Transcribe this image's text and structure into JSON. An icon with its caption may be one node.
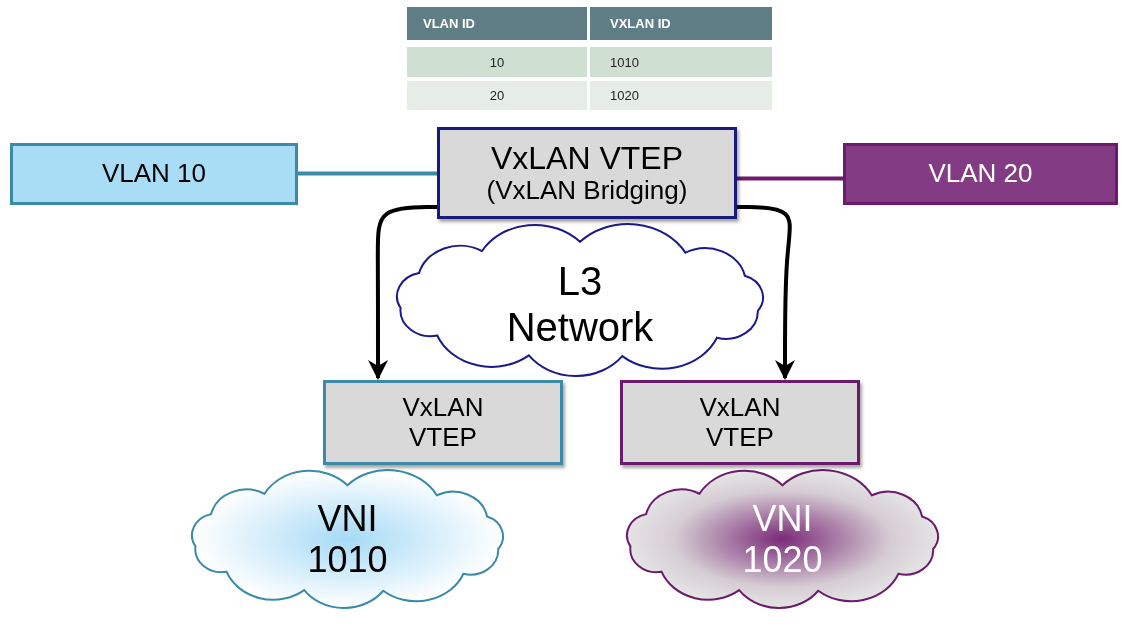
{
  "diagram": {
    "nodes": [
      {
        "text": [
          "VLAN 10"
        ]
      },
      {
        "text": [
          "VxLAN VTEP",
          "(VxLAN Bridging)"
        ]
      },
      {
        "text": [
          "VLAN 20"
        ]
      },
      {
        "text": [
          "L3 Network"
        ]
      },
      {
        "text": [
          "VxLAN VTEP"
        ]
      },
      {
        "text": [
          "VxLAN VTEP"
        ]
      },
      {
        "text": [
          "VNI 1010"
        ]
      },
      {
        "text": [
          "VNI 1020"
        ]
      }
    ],
    "edges": [
      {
        "from": 0,
        "to": 1,
        "arrow": "none",
        "color": "#3b8aa8"
      },
      {
        "from": 1,
        "to": 2,
        "arrow": "none",
        "color": "#6c1a6c"
      },
      {
        "from": 1,
        "to": 4,
        "arrow": "to",
        "color": "#000000"
      },
      {
        "from": 1,
        "to": 5,
        "arrow": "to",
        "color": "#000000"
      }
    ],
    "labels": [
      "VLAN ID",
      "VXLAN ID",
      "10",
      "1010",
      "20",
      "1020"
    ]
  }
}
